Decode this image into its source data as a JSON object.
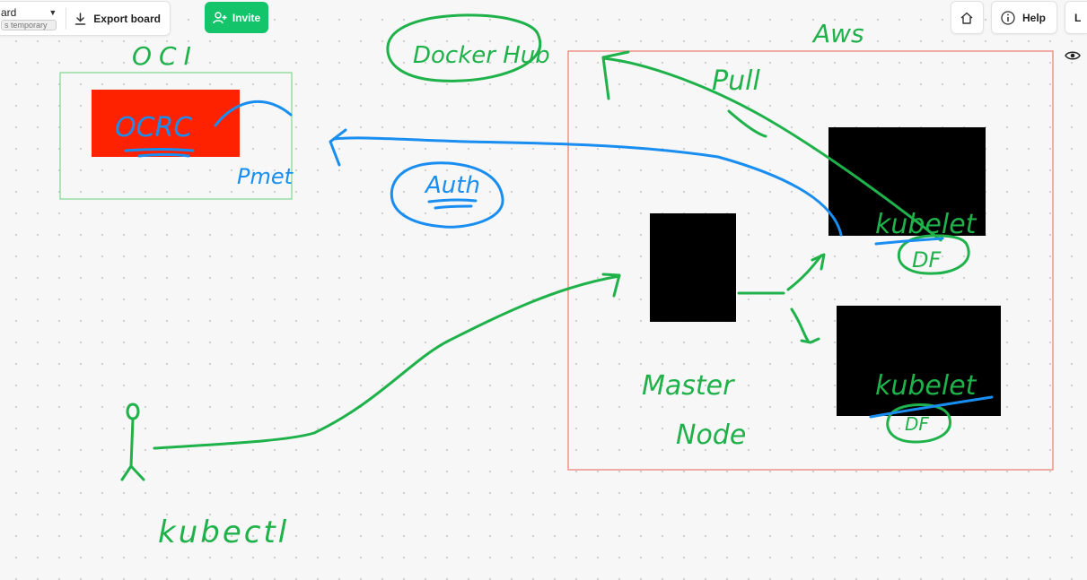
{
  "toolbar": {
    "board_title": "ard",
    "board_badge": "s temporary",
    "export_label": "Export board",
    "invite_label": "Invite",
    "help_label": "Help",
    "cut_label": "L"
  },
  "colors": {
    "accent": "#13c46b",
    "ink_green": "#1fb14a",
    "ink_blue": "#1a8ef0",
    "frame_red": "#f07a70",
    "frame_green": "#7fd88f",
    "ocir_fill": "#ff2200"
  },
  "icons": [
    "chevron-down-icon",
    "download-icon",
    "add-user-icon",
    "home-icon",
    "info-icon",
    "eye-icon"
  ],
  "board": {
    "oci_label": "OCI",
    "ocir_label": "OCRC",
    "pmet_label": "Pmet",
    "docker_hub_label": "Docker Hub",
    "auth_label": "Auth",
    "aws_label": "Aws",
    "pull_label": "Pull",
    "kubelet_label_1": "kubelet",
    "df_label_1": "DF",
    "kubelet_label_2": "kubelet",
    "df_label_2": "DF",
    "master_label_1": "Master",
    "master_label_2": "Node",
    "kubectl_label": "kubectl"
  }
}
